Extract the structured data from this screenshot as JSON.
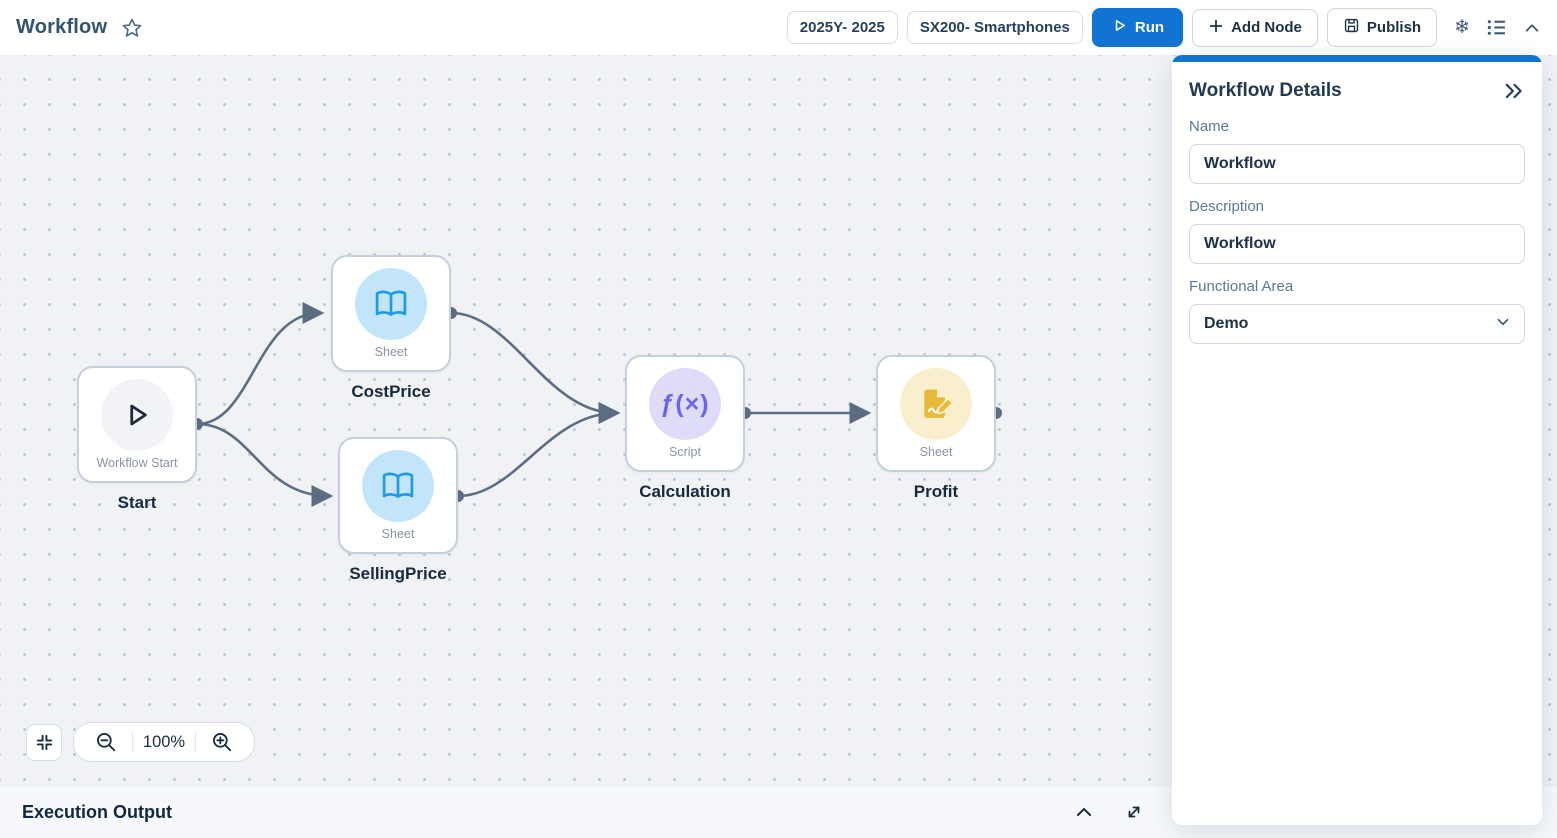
{
  "header": {
    "title": "Workflow",
    "badges": [
      {
        "label": "2025Y- 2025"
      },
      {
        "label": "SX200- Smartphones"
      }
    ],
    "run_button": "Run",
    "add_node_button": "Add Node",
    "publish_button": "Publish",
    "icon_names": [
      "star-icon",
      "snowflake-icon",
      "list-icon",
      "chevron-up-icon"
    ]
  },
  "canvas": {
    "zoom_level": "100%",
    "nodes": [
      {
        "id": "start",
        "type_label": "Workflow Start",
        "caption": "Start",
        "icon": "play-icon"
      },
      {
        "id": "costprice",
        "type_label": "Sheet",
        "caption": "CostPrice",
        "icon": "book-icon"
      },
      {
        "id": "sellingprice",
        "type_label": "Sheet",
        "caption": "SellingPrice",
        "icon": "book-icon"
      },
      {
        "id": "calculation",
        "type_label": "Script",
        "caption": "Calculation",
        "icon": "function-icon",
        "icon_text": "ƒ(×)"
      },
      {
        "id": "profit",
        "type_label": "Sheet",
        "caption": "Profit",
        "icon": "edit-sheet-icon"
      }
    ],
    "edges": [
      {
        "from": "start",
        "to": "costprice"
      },
      {
        "from": "start",
        "to": "sellingprice"
      },
      {
        "from": "costprice",
        "to": "calculation"
      },
      {
        "from": "sellingprice",
        "to": "calculation"
      },
      {
        "from": "calculation",
        "to": "profit"
      }
    ]
  },
  "details_panel": {
    "title": "Workflow Details",
    "fields": {
      "name_label": "Name",
      "name_value": "Workflow",
      "description_label": "Description",
      "description_value": "Workflow",
      "functional_area_label": "Functional Area",
      "functional_area_value": "Demo"
    }
  },
  "execution_output": {
    "title": "Execution Output"
  },
  "colors": {
    "accent_blue": "#1173d2",
    "sheet_icon": "#1e9be8",
    "sheet_circle": "#c2e5f9",
    "script_icon": "#6a66e9",
    "script_circle": "#dedcf9",
    "profit_icon": "#e8b93a",
    "profit_circle": "#f9efcd",
    "edge_line": "#5c6c82",
    "canvas_bg": "#f0f2f6"
  }
}
